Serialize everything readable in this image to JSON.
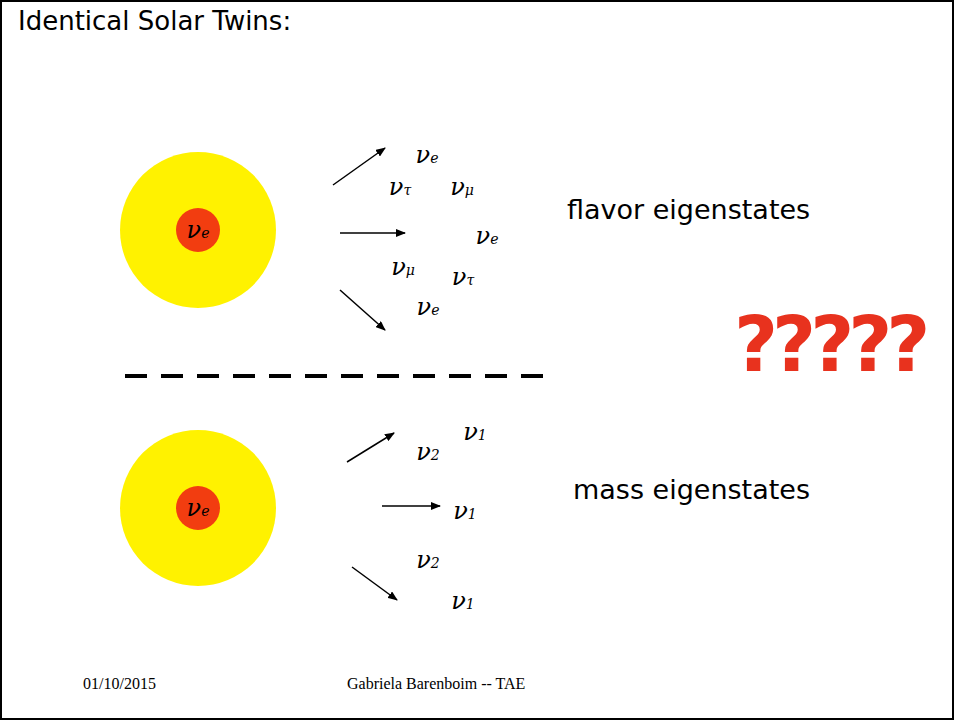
{
  "diagram": {
    "title": "Identical Solar Twins:",
    "nodes": [
      {
        "text": [
          "νe"
        ]
      },
      {
        "text": [
          "νe"
        ]
      }
    ],
    "labels": [
      "νe",
      "ντ",
      "νμ",
      "νe",
      "flavor eigenstates",
      "νμ",
      "ντ",
      "νe",
      "?????",
      "ν1",
      "ν2",
      "mass eigenstates",
      "ν1",
      "ν2",
      "ν1",
      "01/10/2015",
      "Gabriela Barenboim -- TAE"
    ]
  }
}
